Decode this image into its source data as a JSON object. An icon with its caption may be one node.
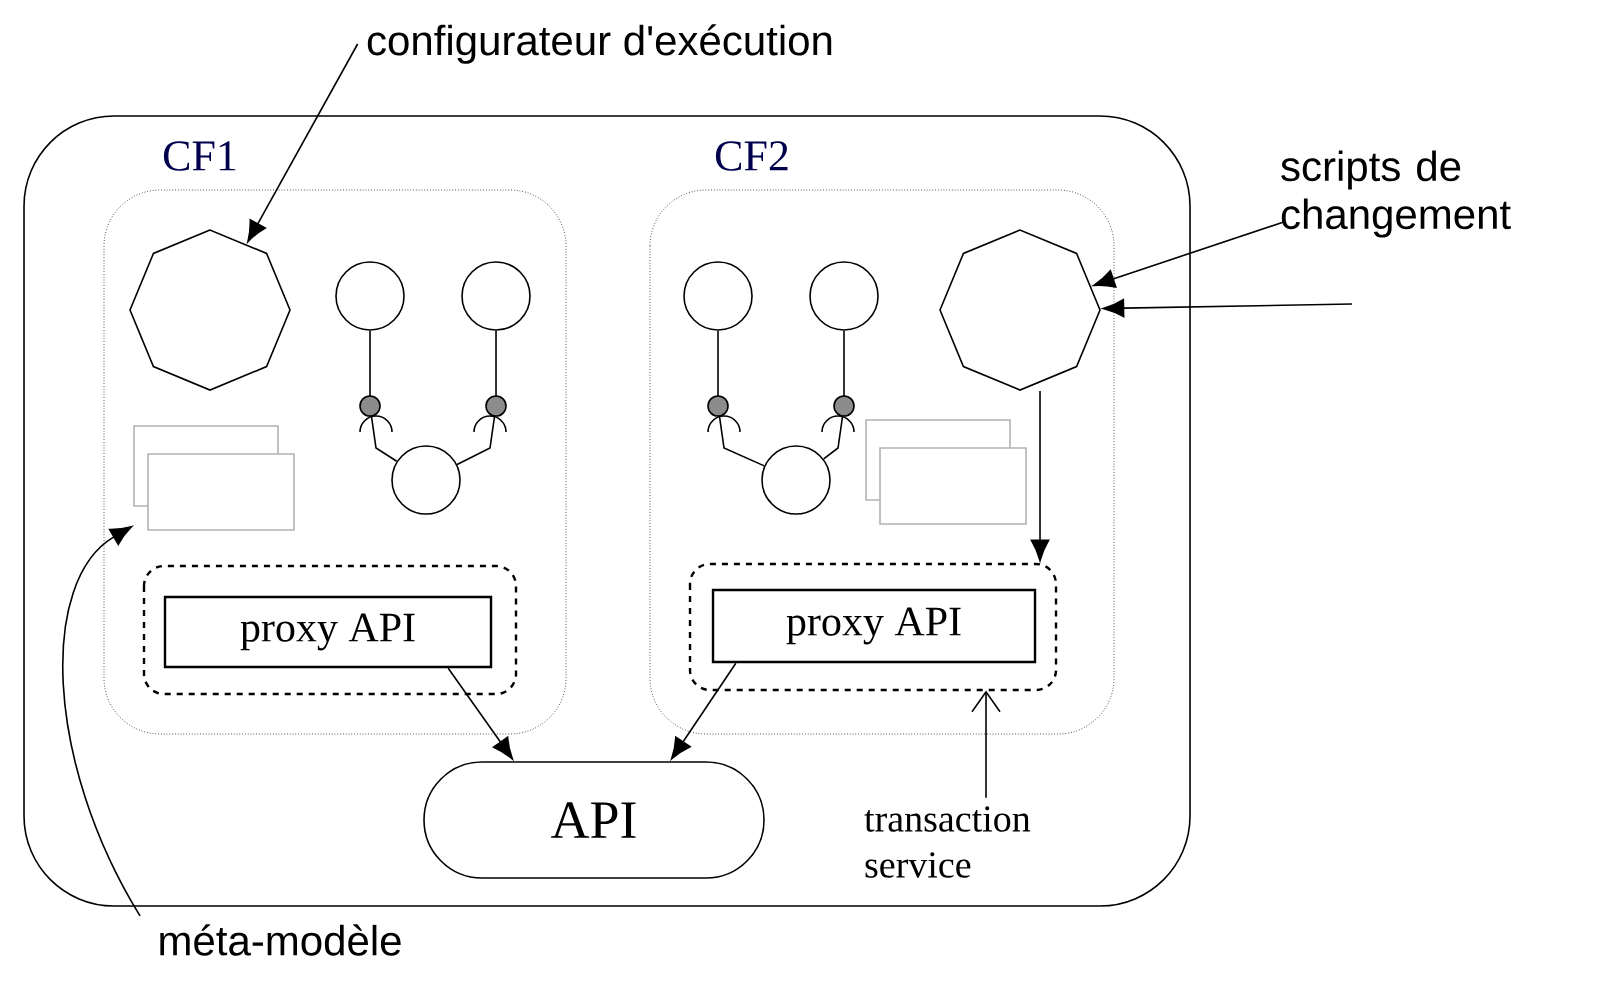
{
  "diagram": {
    "nodes": [
      {
        "text": [],
        "shape": "box"
      },
      {
        "text": [
          "CF1"
        ],
        "in": 0
      },
      {
        "text": [
          "CF2"
        ],
        "in": 0
      },
      {
        "text": [],
        "shape": "octagon",
        "in": 1
      },
      {
        "text": [],
        "shape": "circle",
        "in": 1
      },
      {
        "text": [],
        "shape": "circle",
        "in": 1
      },
      {
        "text": [],
        "shape": "circle",
        "in": 1
      },
      {
        "text": [],
        "shape": "document",
        "in": 1
      },
      {
        "text": [],
        "shape": "box",
        "in": 1
      },
      {
        "text": [
          "proxy API"
        ],
        "in": 8
      },
      {
        "text": [],
        "shape": "circle",
        "in": 2
      },
      {
        "text": [],
        "shape": "circle",
        "in": 2
      },
      {
        "text": [],
        "shape": "circle",
        "in": 2
      },
      {
        "text": [],
        "shape": "octagon",
        "in": 2
      },
      {
        "text": [],
        "shape": "document",
        "in": 2
      },
      {
        "text": [],
        "shape": "box",
        "in": 2
      },
      {
        "text": [
          "proxy API"
        ],
        "in": 15
      },
      {
        "text": [
          "API"
        ],
        "in": 0
      },
      {
        "text": [
          "configurateur d'exécution"
        ]
      },
      {
        "text": [
          "scripts de changement"
        ]
      },
      {
        "text": [
          "transaction service"
        ],
        "in": 0
      },
      {
        "text": [
          "méta-modèle"
        ]
      }
    ],
    "edges": [
      {
        "from": 4,
        "to": 6,
        "arrow": "none"
      },
      {
        "from": 5,
        "to": 6,
        "arrow": "none"
      },
      {
        "from": 10,
        "to": 12,
        "arrow": "none"
      },
      {
        "from": 11,
        "to": 12,
        "arrow": "none"
      },
      {
        "from": 18,
        "to": 3,
        "arrow": "to"
      },
      {
        "from": 19,
        "to": 13,
        "arrow": "to"
      },
      {
        "from": null,
        "to": 13,
        "arrow": "to"
      },
      {
        "from": 13,
        "to": 15,
        "arrow": "to"
      },
      {
        "from": 9,
        "to": 17,
        "arrow": "to"
      },
      {
        "from": 16,
        "to": 17,
        "arrow": "to"
      },
      {
        "from": 20,
        "to": 15,
        "arrow": "to"
      },
      {
        "from": 21,
        "to": 7,
        "arrow": "to"
      }
    ]
  }
}
